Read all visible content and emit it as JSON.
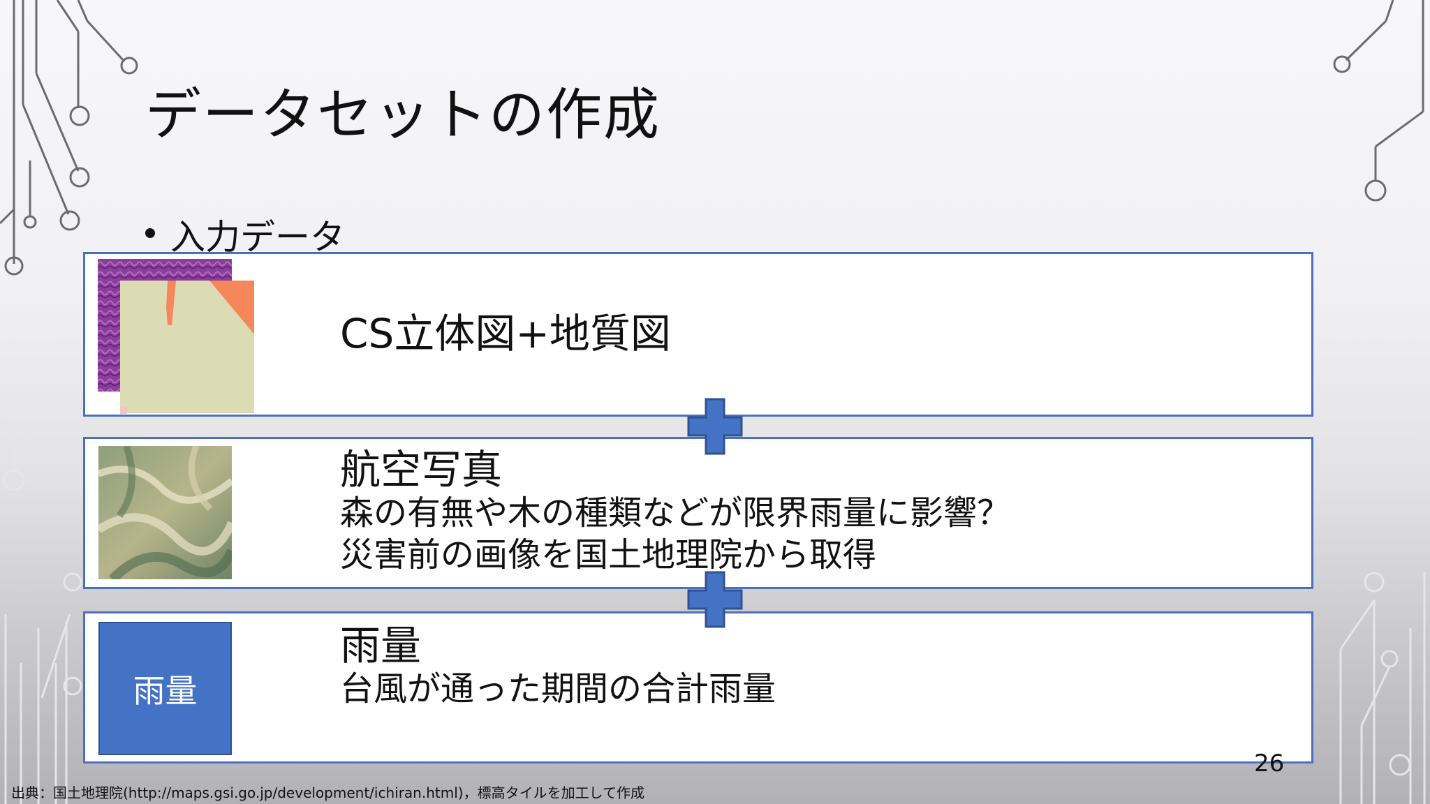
{
  "slide": {
    "title": "データセットの作成",
    "bullet": "入力データ",
    "panels": [
      {
        "title": "CS立体図+地質図",
        "lines": []
      },
      {
        "title": "航空写真",
        "lines": [
          "森の有無や木の種類などが限界雨量に影響？",
          "災害前の画像を国土地理院から取得"
        ]
      },
      {
        "title": "雨量",
        "lines": [
          "台風が通った期間の合計雨量"
        ],
        "box_label": "雨量"
      }
    ],
    "page_number": "26",
    "source": "出典：国土地理院(http://maps.gsi.go.jp/development/ichiran.html)，標高タイルを加工して作成"
  },
  "colors": {
    "accent": "#4472c4",
    "panel_border": "#4a70c4"
  },
  "icons": [
    "plus-icon",
    "circuit-decoration"
  ]
}
